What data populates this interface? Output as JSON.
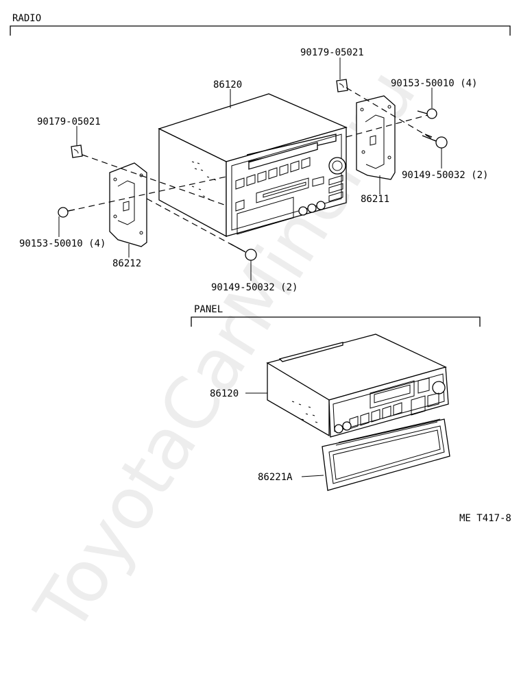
{
  "sections": {
    "radio": "RADIO",
    "panel": "PANEL"
  },
  "parts": {
    "p1": "90179-05021",
    "p2": "86120",
    "p3": "90179-05021",
    "p4": "90153-50010 (4)",
    "p5": "90149-50032 (2)",
    "p6": "86211",
    "p7": "90153-50010 (4)",
    "p8": "86212",
    "p9": "90149-50032 (2)",
    "p10": "86120",
    "p11": "86221A"
  },
  "figure_code": "ME T417-8",
  "watermark": "ToyotaCarMiner.ru"
}
